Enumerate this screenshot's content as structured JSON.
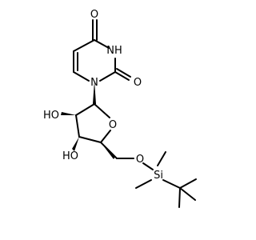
{
  "molecule": {
    "atoms": {
      "O_top": "O",
      "NH": "NH",
      "O_right": "O",
      "N1": "N",
      "O_ring": "O",
      "HO_left": "HO",
      "HO_bottom": "HO",
      "O_ether": "O",
      "Si": "Si"
    }
  }
}
